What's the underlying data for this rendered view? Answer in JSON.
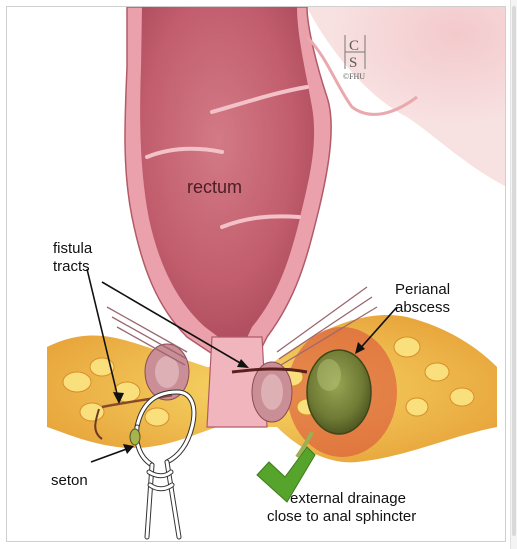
{
  "labels": {
    "rectum": "rectum",
    "fistula_line1": "fistula",
    "fistula_line2": "tracts",
    "perianal_line1": "Perianal",
    "perianal_line2": "abscess",
    "seton": "seton",
    "drainage_line1": "external drainage",
    "drainage_line2": "close to anal sphincter"
  },
  "logo": {
    "letter_top": "C",
    "letter_bottom": "S",
    "caption": "©FHU"
  },
  "colors": {
    "rectum_wall": "#e79aa4",
    "rectum_inner": "#c96a78",
    "fat": "#f2c33c",
    "fat_dark": "#e2892b",
    "inflamed": "#d9443a",
    "abscess": "#7d8a3e",
    "arrow_green": "#55a32b",
    "seton_wire": "#ffffff"
  }
}
